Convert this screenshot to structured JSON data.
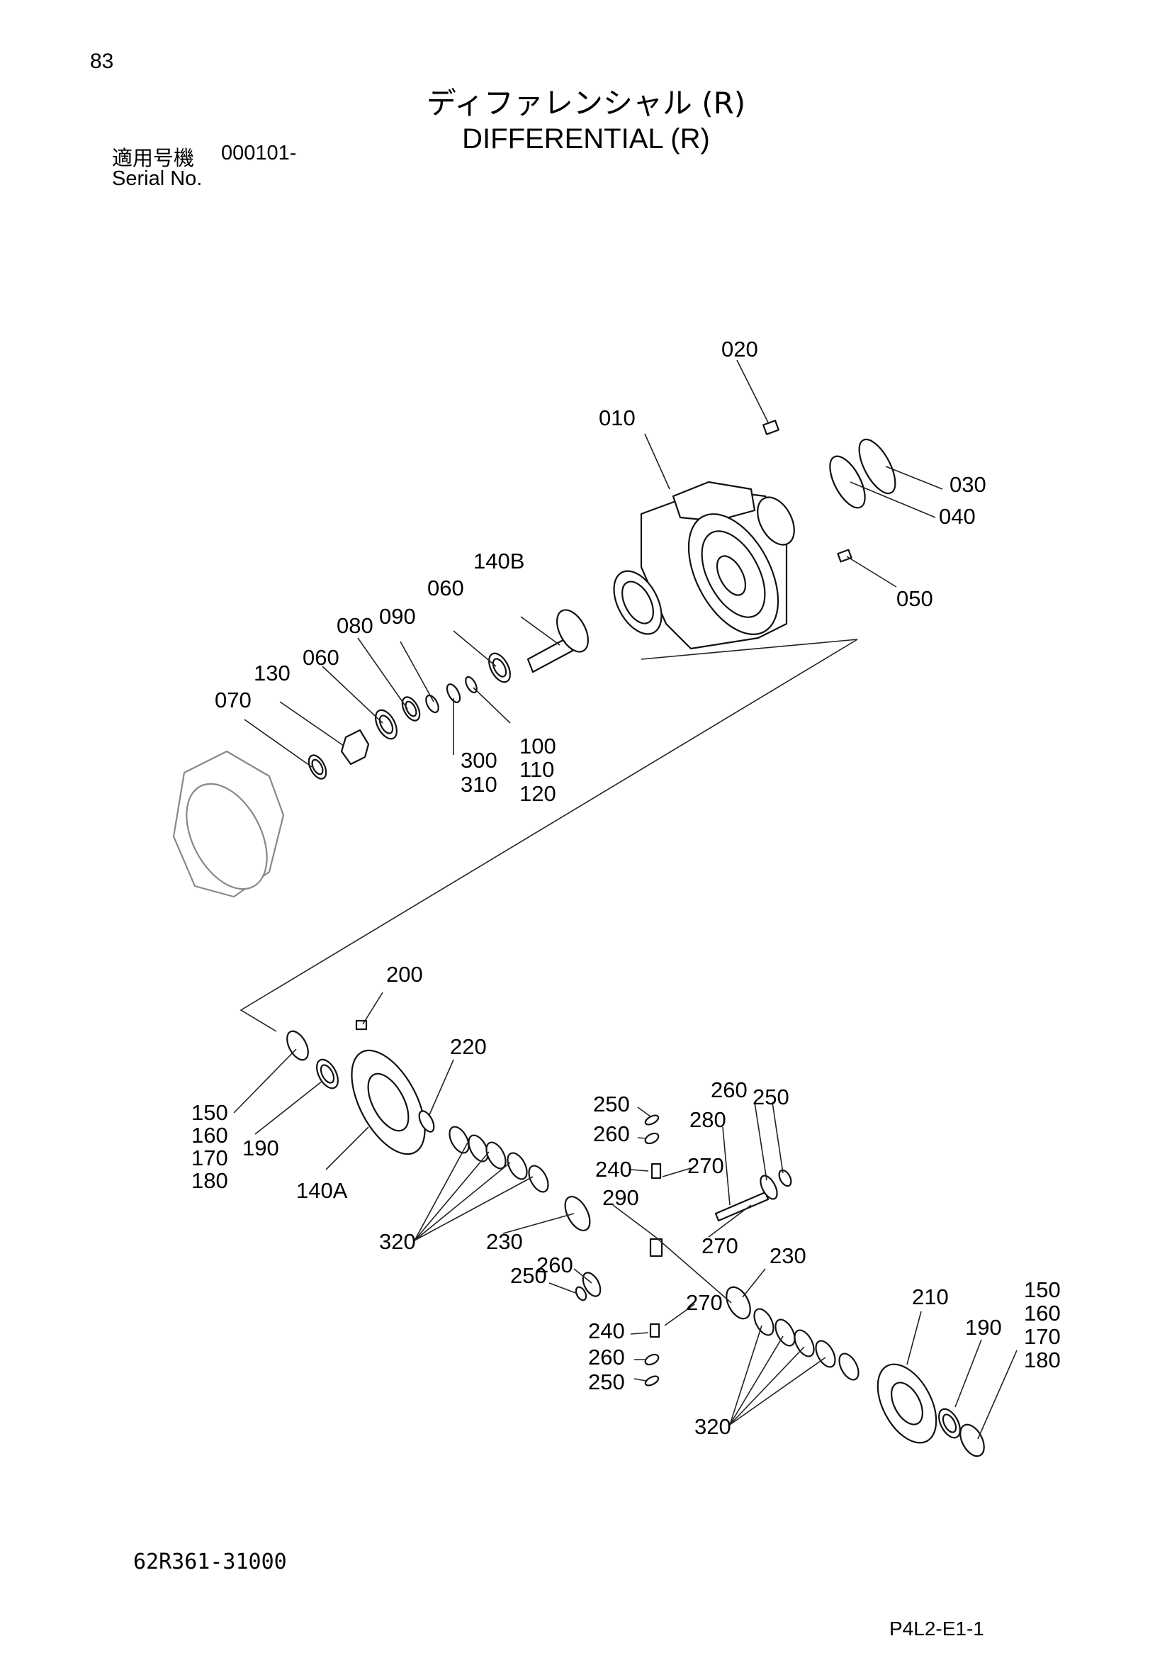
{
  "header": {
    "page_number": "83",
    "title_jp": "ディファレンシャル (R)",
    "title_en": "DIFFERENTIAL (R)",
    "serial_label_jp": "適用号機",
    "serial_value": "000101-",
    "serial_label_en": "Serial No."
  },
  "footer": {
    "doc_code": "62R361-31000",
    "page_code": "P4L2-E1-1"
  },
  "callouts": [
    {
      "id": "c020",
      "label": "020"
    },
    {
      "id": "c010",
      "label": "010"
    },
    {
      "id": "c030",
      "label": "030"
    },
    {
      "id": "c040",
      "label": "040"
    },
    {
      "id": "c050",
      "label": "050"
    },
    {
      "id": "c140b",
      "label": "140B"
    },
    {
      "id": "c060a",
      "label": "060"
    },
    {
      "id": "c090",
      "label": "090"
    },
    {
      "id": "c080",
      "label": "080"
    },
    {
      "id": "c060b",
      "label": "060"
    },
    {
      "id": "c130",
      "label": "130"
    },
    {
      "id": "c070",
      "label": "070"
    },
    {
      "id": "c100",
      "label": "100"
    },
    {
      "id": "c110",
      "label": "110"
    },
    {
      "id": "c120",
      "label": "120"
    },
    {
      "id": "c300",
      "label": "300"
    },
    {
      "id": "c310",
      "label": "310"
    },
    {
      "id": "c200",
      "label": "200"
    },
    {
      "id": "c220",
      "label": "220"
    },
    {
      "id": "c150a",
      "label": "150"
    },
    {
      "id": "c160a",
      "label": "160"
    },
    {
      "id": "c170a",
      "label": "170"
    },
    {
      "id": "c180a",
      "label": "180"
    },
    {
      "id": "c190a",
      "label": "190"
    },
    {
      "id": "c140a",
      "label": "140A"
    },
    {
      "id": "c250a",
      "label": "250"
    },
    {
      "id": "c260a",
      "label": "260"
    },
    {
      "id": "c260b",
      "label": "260"
    },
    {
      "id": "c250b",
      "label": "250"
    },
    {
      "id": "c280",
      "label": "280"
    },
    {
      "id": "c240a",
      "label": "240"
    },
    {
      "id": "c270a",
      "label": "270"
    },
    {
      "id": "c290",
      "label": "290"
    },
    {
      "id": "c320a",
      "label": "320"
    },
    {
      "id": "c230a",
      "label": "230"
    },
    {
      "id": "c270b",
      "label": "270"
    },
    {
      "id": "c260c",
      "label": "260"
    },
    {
      "id": "c250c",
      "label": "250"
    },
    {
      "id": "c230b",
      "label": "230"
    },
    {
      "id": "c270c",
      "label": "270"
    },
    {
      "id": "c210",
      "label": "210"
    },
    {
      "id": "c150b",
      "label": "150"
    },
    {
      "id": "c160b",
      "label": "160"
    },
    {
      "id": "c170b",
      "label": "170"
    },
    {
      "id": "c180b",
      "label": "180"
    },
    {
      "id": "c190b",
      "label": "190"
    },
    {
      "id": "c240b",
      "label": "240"
    },
    {
      "id": "c260d",
      "label": "260"
    },
    {
      "id": "c250d",
      "label": "250"
    },
    {
      "id": "c320b",
      "label": "320"
    }
  ]
}
